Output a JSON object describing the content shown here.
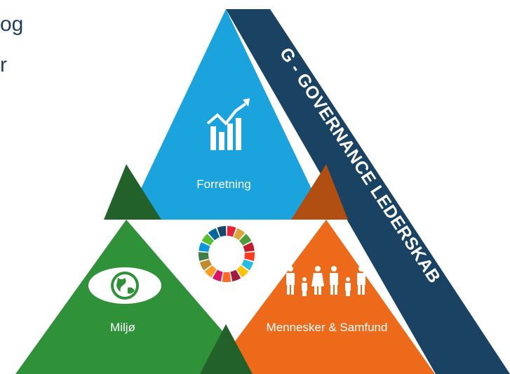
{
  "text_fragments": [
    "og",
    "r"
  ],
  "sections": {
    "business": {
      "label": "Forretning",
      "icon": "growth-chart-icon",
      "color": "#1aa3dc"
    },
    "environment": {
      "label": "Miljø",
      "icon": "eye-globe-icon",
      "color": "#2f9138"
    },
    "people": {
      "label": "Mennesker & Samfund",
      "icon": "family-icon",
      "color": "#ec6a1a"
    },
    "center": {
      "icon": "sdg-wheel-icon",
      "color": "#ffffff"
    }
  },
  "governance_band": {
    "text": "G - GOVERNANCE LEDERSKAB",
    "color": "#1a4263"
  },
  "colors": {
    "dark_green": "#22622a",
    "dark_orange": "#b14e12",
    "sdg_wheel": [
      "#e5243b",
      "#dda63a",
      "#4c9f38",
      "#c5192d",
      "#ff3a21",
      "#26bde2",
      "#fcc30b",
      "#a21942",
      "#fd6925",
      "#dd1367",
      "#fd9d24",
      "#bf8b2e",
      "#3f7e44",
      "#0a97d9",
      "#56c02b",
      "#00689d",
      "#19486a"
    ]
  }
}
